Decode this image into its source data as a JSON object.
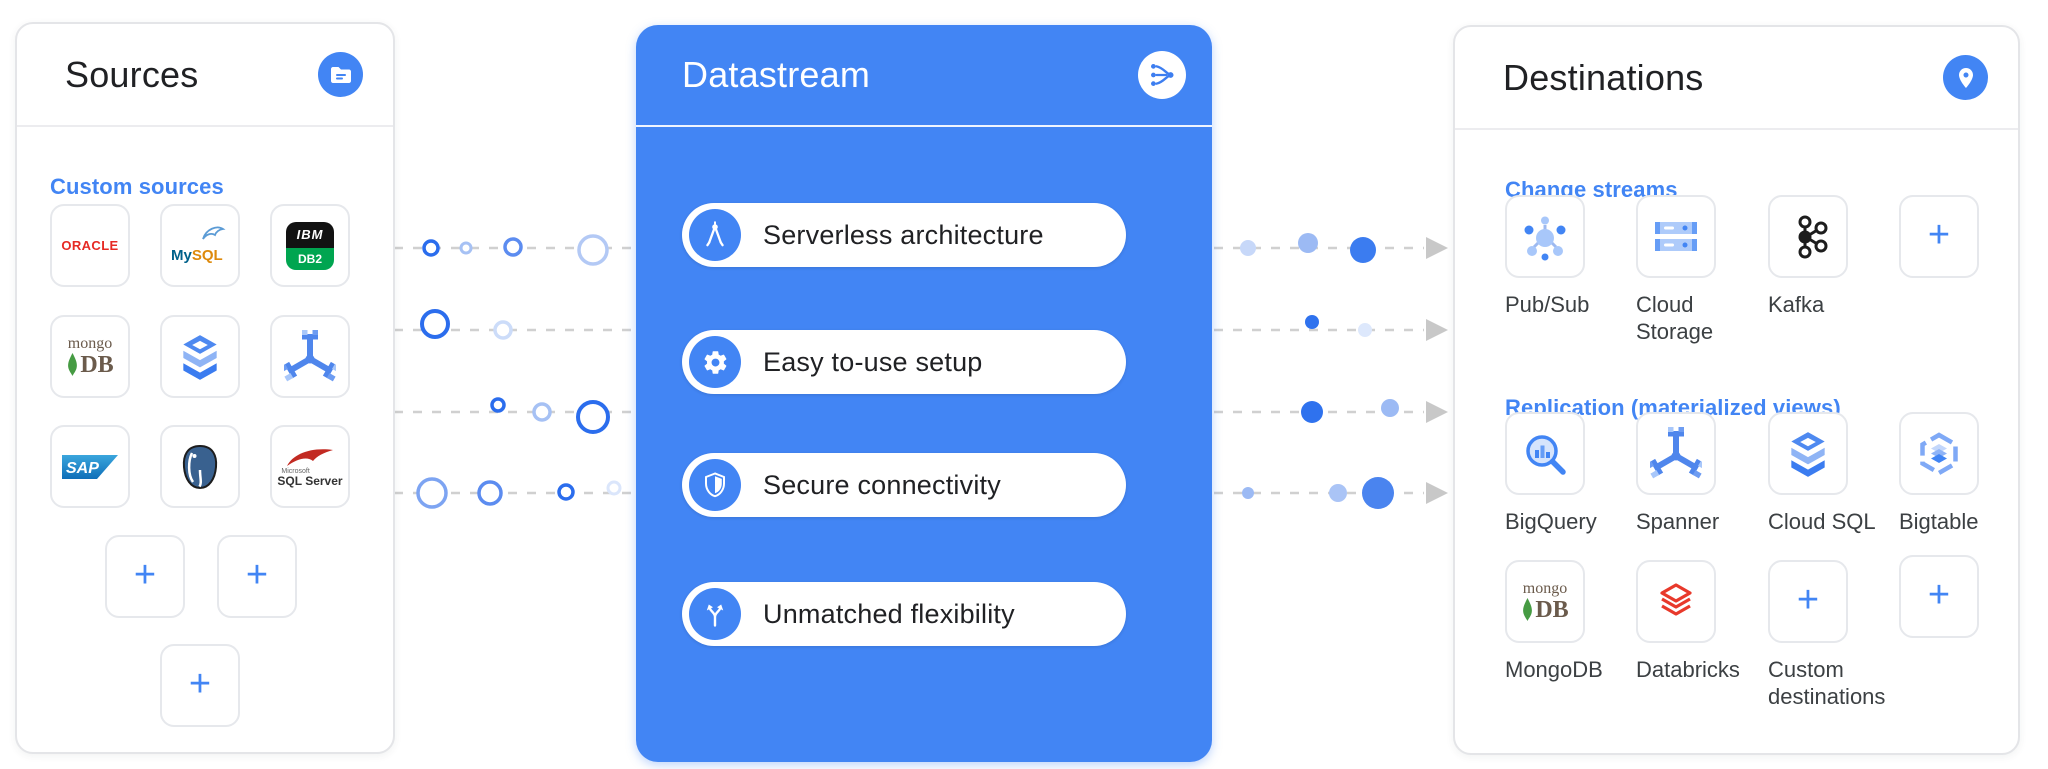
{
  "colors": {
    "accent_blue": "#4285f4",
    "heading_text": "#202124",
    "label_text": "#3c4043",
    "dashed_line": "#d0d0d0",
    "arrow_gray": "#c8c8c8",
    "oracle_red": "#e62a24",
    "kafka_black": "#1d1d1d",
    "databricks_red": "#e8392b"
  },
  "ui": {
    "plus": "+"
  },
  "sources": {
    "title": "Sources",
    "header_icon": "folder-icon",
    "section_label": "Custom sources",
    "tiles": [
      {
        "name": "Oracle",
        "logo_text": "ORACLE"
      },
      {
        "name": "MySQL",
        "logo_text_1": "My",
        "logo_text_2": "SQL"
      },
      {
        "name": "IBM DB2",
        "logo_text_1": "IBM",
        "logo_text_2": "DB2"
      },
      {
        "name": "MongoDB",
        "logo_text_1": "mongo",
        "logo_text_2": "DB"
      },
      {
        "name": "Cloud SQL",
        "icon": "cloud-sql-icon"
      },
      {
        "name": "Spanner",
        "icon": "spanner-icon"
      },
      {
        "name": "SAP",
        "logo_text": "SAP"
      },
      {
        "name": "PostgreSQL",
        "icon": "postgresql-elephant-icon"
      },
      {
        "name": "SQL Server",
        "logo_text_1": "Microsoft",
        "logo_text_2": "SQL Server"
      }
    ]
  },
  "datastream": {
    "title": "Datastream",
    "header_icon": "datastream-logo-icon",
    "features": [
      {
        "label": "Serverless architecture",
        "icon": "compass-icon"
      },
      {
        "label": "Easy to-use setup",
        "icon": "gear-icon"
      },
      {
        "label": "Secure connectivity",
        "icon": "shield-icon"
      },
      {
        "label": "Unmatched flexibility",
        "icon": "fork-arrows-icon"
      }
    ]
  },
  "destinations": {
    "title": "Destinations",
    "header_icon": "location-pin-icon",
    "change_streams": {
      "label": "Change streams",
      "items": [
        {
          "name": "Pub/Sub",
          "icon": "pubsub-icon"
        },
        {
          "name": "Cloud Storage",
          "icon": "cloud-storage-icon"
        },
        {
          "name": "Kafka",
          "icon": "kafka-icon"
        }
      ]
    },
    "replication": {
      "label": "Replication (materialized views)",
      "items": [
        {
          "name": "BigQuery",
          "icon": "bigquery-icon"
        },
        {
          "name": "Spanner",
          "icon": "spanner-icon"
        },
        {
          "name": "Cloud SQL",
          "icon": "cloud-sql-icon"
        },
        {
          "name": "Bigtable",
          "icon": "bigtable-icon"
        },
        {
          "name": "MongoDB",
          "logo_text_1": "mongo",
          "logo_text_2": "DB"
        },
        {
          "name": "Databricks",
          "icon": "databricks-icon"
        },
        {
          "name": "Custom destinations",
          "icon": "plus-icon"
        }
      ]
    }
  }
}
